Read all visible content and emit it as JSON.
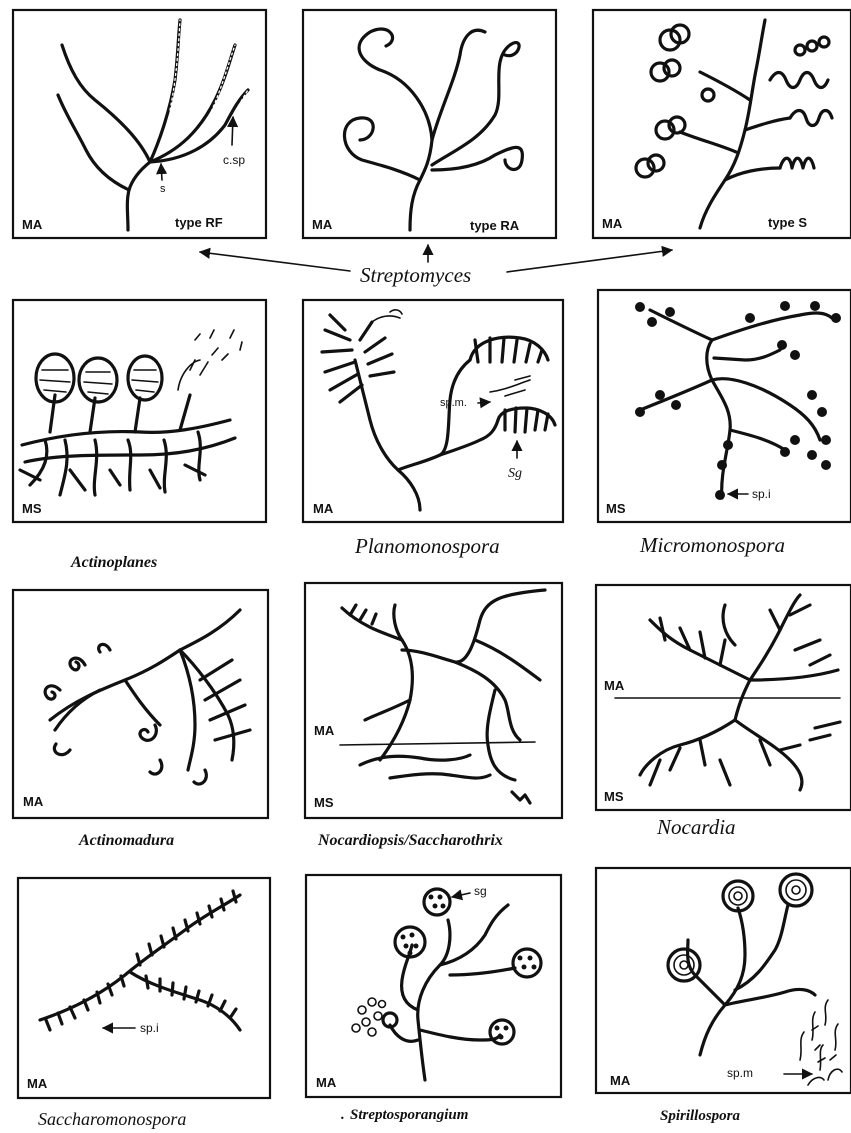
{
  "colors": {
    "ink": "#111111",
    "paper": "#ffffff"
  },
  "group_label": "Streptomyces",
  "panels": [
    {
      "id": "streptomyces-rf",
      "corner_label": "MA",
      "type_label": "type RF",
      "annotations": [
        "c.sp",
        "s"
      ]
    },
    {
      "id": "streptomyces-ra",
      "corner_label": "MA",
      "type_label": "type RA",
      "annotations": []
    },
    {
      "id": "streptomyces-s",
      "corner_label": "MA",
      "type_label": "type S",
      "annotations": []
    },
    {
      "id": "actinoplanes",
      "corner_label": "MS",
      "caption": "Actinoplanes",
      "annotations": []
    },
    {
      "id": "planomonospora",
      "corner_label": "MA",
      "caption": "Planomonospora",
      "annotations": [
        "sp.m.",
        "Sg"
      ]
    },
    {
      "id": "micromonospora",
      "corner_label": "MS",
      "caption": "Micromonospora",
      "annotations": [
        "sp.i"
      ]
    },
    {
      "id": "actinomadura",
      "corner_label": "MA",
      "caption": "Actinomadura",
      "annotations": []
    },
    {
      "id": "nocardiopsis",
      "corner_label": "MS",
      "upper_label": "MA",
      "caption": "Nocardiopsis/Saccharothrix",
      "annotations": []
    },
    {
      "id": "nocardia",
      "corner_label": "MS",
      "upper_label": "MA",
      "caption": "Nocardia",
      "annotations": []
    },
    {
      "id": "saccharomonospora",
      "corner_label": "MA",
      "caption": "Saccharomonospora",
      "annotations": [
        "sp.i"
      ]
    },
    {
      "id": "streptosporangium",
      "corner_label": "MA",
      "caption": "Streptosporangium",
      "caption_prefix": ".",
      "annotations": [
        "sg"
      ]
    },
    {
      "id": "spirillospora",
      "corner_label": "MA",
      "caption": "Spirillospora",
      "annotations": [
        "sp.m"
      ]
    }
  ]
}
